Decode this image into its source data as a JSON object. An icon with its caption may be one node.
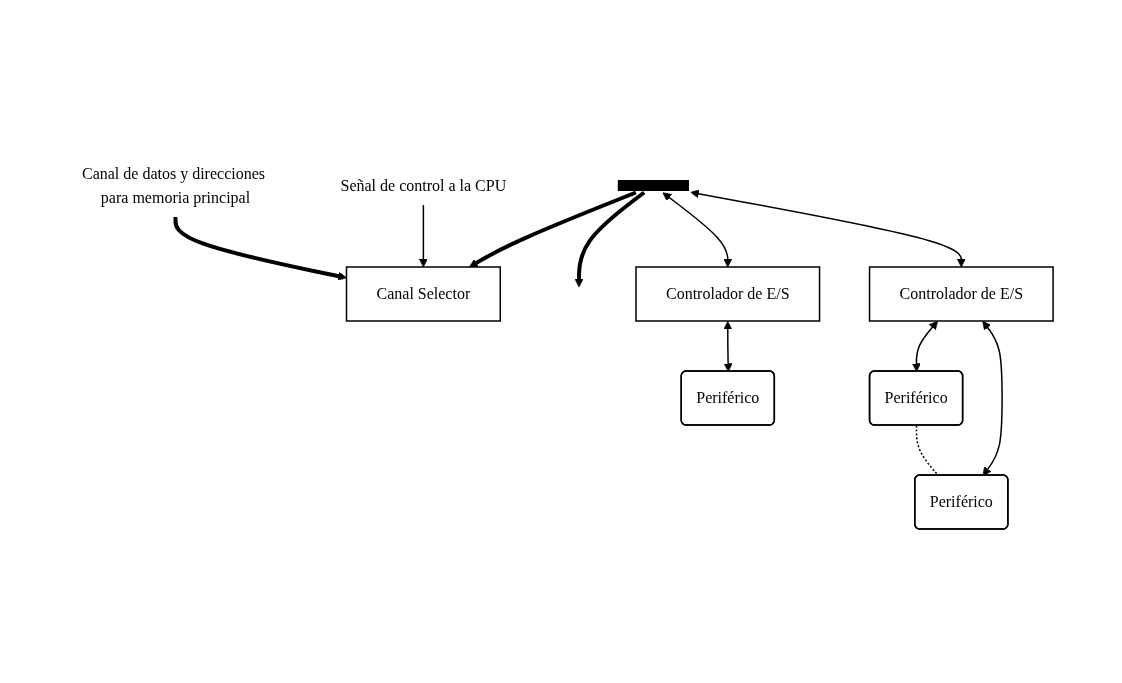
{
  "diagram": {
    "nodes": [
      {
        "text": [
          "Canal de datos y direcciones para memoria principal"
        ]
      },
      {
        "text": [
          "Canal Selector"
        ]
      },
      {
        "text": [],
        "shape": "bar"
      },
      {
        "text": [
          "Controlador de E/S"
        ]
      },
      {
        "text": [
          "Controlador de E/S"
        ]
      },
      {
        "text": [
          "Señal de control a la CPU"
        ]
      },
      {
        "text": [
          "Periférico"
        ]
      },
      {
        "text": [
          "Periférico"
        ]
      },
      {
        "text": [
          "Periférico"
        ]
      }
    ],
    "edges": [
      {
        "from": 0,
        "to": 1,
        "arrow": "to",
        "style": "thick"
      },
      {
        "from": 2,
        "to": 1,
        "arrow": "to",
        "style": "thick"
      },
      {
        "from": 2,
        "to": null,
        "arrow": "to",
        "style": "thick"
      },
      {
        "from": 2,
        "to": 3,
        "arrow": "both"
      },
      {
        "from": 2,
        "to": 4,
        "arrow": "both"
      },
      {
        "from": 5,
        "to": 1,
        "arrow": "to"
      },
      {
        "from": 3,
        "to": 6,
        "arrow": "both"
      },
      {
        "from": 4,
        "to": 7,
        "arrow": "both"
      },
      {
        "from": 4,
        "to": 8,
        "arrow": "both"
      },
      {
        "from": 7,
        "to": 8,
        "arrow": "none",
        "style": "dashed"
      }
    ]
  }
}
